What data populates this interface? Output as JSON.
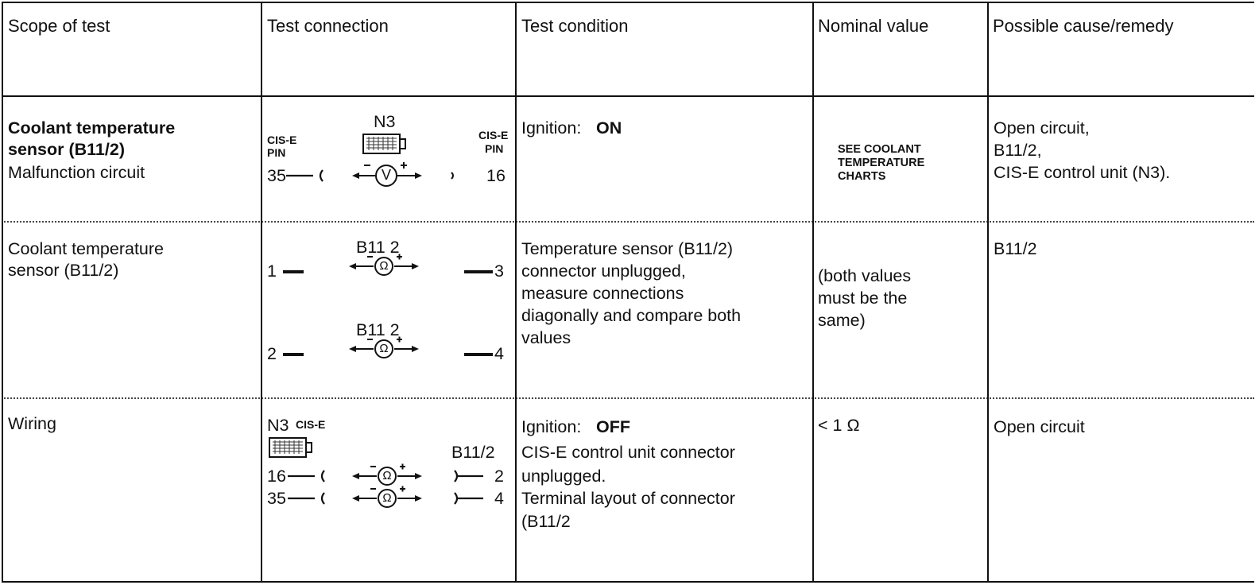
{
  "columns": [
    "Scope of test",
    "Test connection",
    "Test condition",
    "Nominal value",
    "Possible cause/remedy"
  ],
  "rows": [
    {
      "scope": [
        "Coolant temperature",
        "sensor (B11/2)",
        "Malfunction circuit"
      ],
      "connection": {
        "left_label": [
          "CIS-E",
          "PIN"
        ],
        "right_label": [
          "CIS-E",
          "PIN"
        ],
        "top_label": "N3",
        "left_pin": "35",
        "right_pin": "16",
        "meter": "V"
      },
      "condition": {
        "prefix": "Ignition:",
        "state": "ON",
        "lines": []
      },
      "nominal": [
        "SEE COOLANT",
        "TEMPERATURE",
        "CHARTS"
      ],
      "cause": [
        "Open circuit,",
        "B11/2,",
        "CIS-E control unit (N3)."
      ]
    },
    {
      "scope": [
        "Coolant temperature",
        "sensor (B11/2)"
      ],
      "connection": {
        "pairs": [
          {
            "label": "B11 2",
            "left_pin": "1",
            "right_pin": "3",
            "meter": "Ω"
          },
          {
            "label": "B11 2",
            "left_pin": "2",
            "right_pin": "4",
            "meter": "Ω"
          }
        ]
      },
      "condition": {
        "lines": [
          "Temperature sensor (B11/2)",
          "connector unplugged,",
          "measure connections",
          "diagonally and compare both",
          "values"
        ]
      },
      "nominal": [
        "(both values",
        "must be the",
        "same)"
      ],
      "cause": [
        "B11/2"
      ]
    },
    {
      "scope": [
        "Wiring"
      ],
      "connection": {
        "top_left": "N3",
        "top_left_small": "CIS-E",
        "right_label": "B11/2",
        "pairs": [
          {
            "left_pin": "16",
            "right_pin": "2",
            "meter": "Ω"
          },
          {
            "left_pin": "35",
            "right_pin": "4",
            "meter": "Ω"
          }
        ]
      },
      "condition": {
        "prefix": "Ignition:",
        "state": "OFF",
        "lines": [
          "CIS-E control unit connector",
          "unplugged.",
          "Terminal layout of connector",
          "(B11/2"
        ]
      },
      "nominal": [
        "< 1 Ω"
      ],
      "cause": [
        "Open circuit"
      ]
    }
  ]
}
